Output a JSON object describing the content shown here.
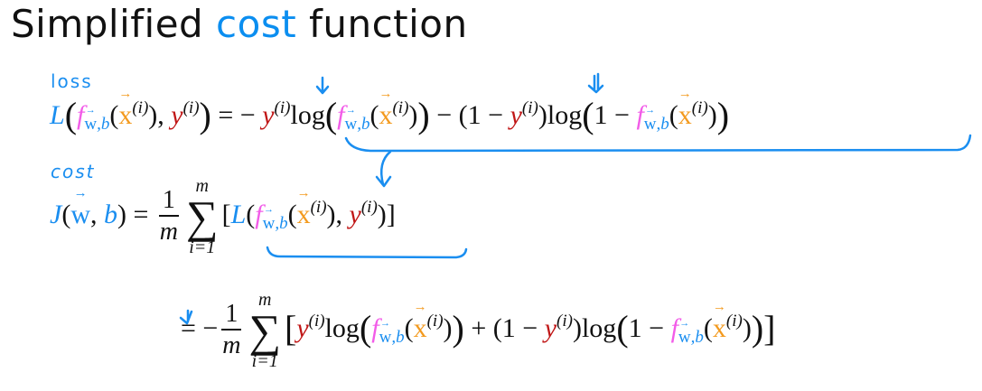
{
  "title": {
    "prefix": "Simplified ",
    "accent_word": "cost",
    "suffix": " function",
    "accent_color": "#0b8ef0"
  },
  "annotations": {
    "loss_label": "loss",
    "cost_label": "cost",
    "handwriting_color": "#1a8ef0"
  },
  "colors": {
    "L_and_params": "#1a8ef0",
    "f": "#f25ce8",
    "x": "#f39a1e",
    "y": "#c01616",
    "text": "#111111"
  },
  "symbols": {
    "L": "L",
    "J": "J",
    "f": "f",
    "w": "w",
    "comma_b": ",b",
    "b": "b",
    "x": "x",
    "y": "y",
    "i_sup": "(i)",
    "log": "log",
    "one": "1",
    "m": "m",
    "i_eq_1": "i=1",
    "sigma": "∑",
    "eq": " = ",
    "minus": "−",
    "minus_spaced": " − ",
    "plus_spaced": " + ",
    "lparen": "(",
    "rparen": ")",
    "lbracket": "[",
    "rbracket": "]",
    "comma": ", "
  },
  "equations": {
    "loss": "L(f_{w,b}(x^(i)), y^(i)) = − y^(i) log(f_{w,b}(x^(i))) − (1 − y^(i)) log(1 − f_{w,b}(x^(i)))",
    "cost": "J(w,b) = 1/m ∑_{i=1}^{m} [L(f_{w,b}(x^(i)), y^(i))]",
    "cost_expanded": "= −1/m ∑_{i=1}^{m} [y^(i) log(f_{w,b}(x^(i))) + (1 − y^(i)) log(1 − f_{w,b}(x^(i)))]"
  }
}
